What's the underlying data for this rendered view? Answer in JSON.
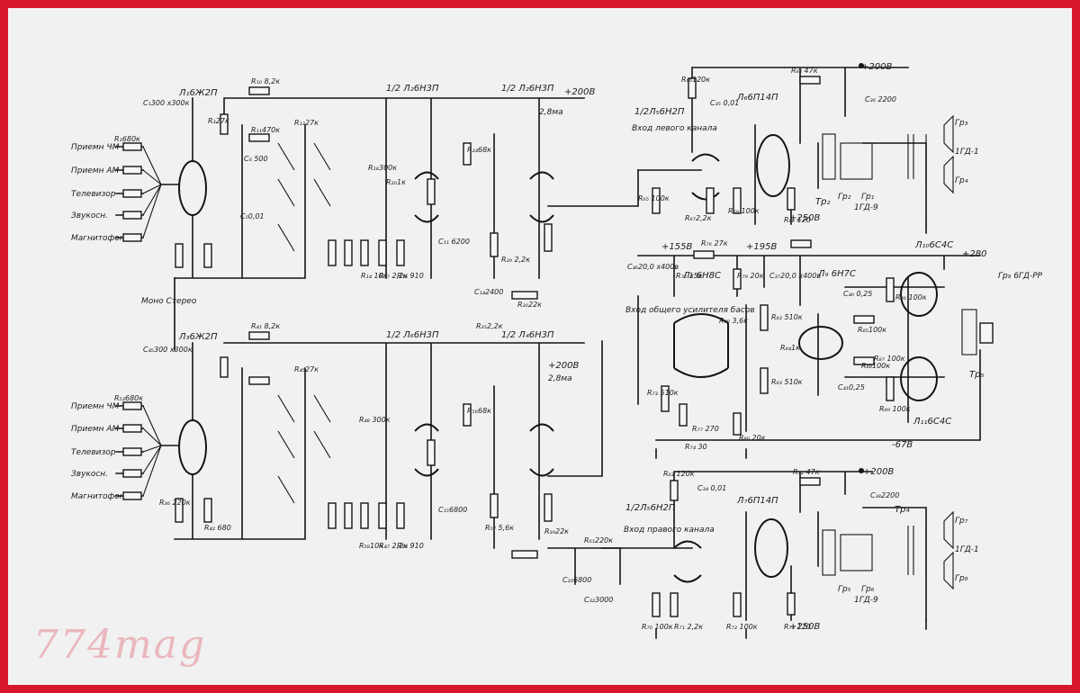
{
  "watermark": "774mag",
  "colors": {
    "border": "#d7182a",
    "paper": "#f1f1f2",
    "ink": "#141414",
    "watermark": "#e7a3ab"
  },
  "top_channel": {
    "inputs": [
      "Приемн ЧМ",
      "Приемн АМ",
      "Телевизор",
      "Звукосн.",
      "Магнитофон"
    ],
    "tube1": "Л₁6Ж2П",
    "tube2": "1/2 Л₂6Н3П",
    "tube3": "1/2 Л₂6Н3П",
    "supply": "+200В",
    "current": "2,8ма",
    "labels": [
      "С₁300 х300к",
      "R₁680к",
      "R₃27к",
      "R₁₀ 8,2к",
      "R₁₁470к",
      "R₁₃27к",
      "R₁₈300к",
      "R₂₀1к",
      "С₆ 500",
      "С₅0,01",
      "R₁₄ 10к",
      "R₁₇ 2,2к",
      "R₁₆ 910",
      "R₂₄68к",
      "R₂₉ 2,2к",
      "R₃₀22к",
      "С₁₁ 6200",
      "С₁₄2400",
      "R₃₅2,2к"
    ]
  },
  "mono_stereo": "Моно Стерео",
  "bottom_channel": {
    "inputs": [
      "Приемн ЧМ",
      "Приемн АМ",
      "Телевизор",
      "Звукосн.",
      "Магнитофон"
    ],
    "tube1": "Л₃6Ж2П",
    "tube2": "1/2 Л₆6Н3П",
    "tube3": "1/2 Л₄6Н3П",
    "supply": "+200В",
    "current": "2,8ма",
    "labels": [
      "С₄₅300 х300к",
      "R₅₃680к",
      "R₃₆ 220к",
      "R₄₂ 680",
      "R₄₁ 8,2к",
      "R₄₅27к",
      "R₄₈ 300к",
      "R₅₆68к",
      "R₅₇ 5,6к",
      "R₅₈10к",
      "R₄₇ 2,2к",
      "R₅₀ 910",
      "С₁₅6800",
      "R₆₁220к",
      "С₃₁6800",
      "С₃₂3000",
      "R₃₉22к"
    ]
  },
  "left_out": {
    "tube": "1/2Л₅6Н2П",
    "input": "Вход левого канала",
    "tube_pwr": "Л₆6П14П",
    "supply": "+200В",
    "plus250": "+250В",
    "transformer": "Тр₂",
    "speakers": [
      "Гр₂",
      "Гр₁",
      "1ГД-9",
      "Гр₃",
      "1ГД-1",
      "Гр₄"
    ],
    "labels": [
      "R₆₆120к",
      "С₃₅ 0,01",
      "R₆₂ 47к",
      "С₃₆ 2200",
      "R₆₅ 100к",
      "R₆₇2,2к",
      "R₆₉ 100к",
      "R₆₈ 120"
    ]
  },
  "bass": {
    "input": "Вход общего усилителя басов",
    "tube_a": "Л₈ 6Н8С",
    "tube_b": "Л₉ 6Н7С",
    "tube_out": "Л₁₀6С4С",
    "tube_out2": "Л₁₁6С4С",
    "supplies": [
      "+155В",
      "+195В",
      "+280",
      "-67В"
    ],
    "output": "Гр₉ 6ГД-РР",
    "transformer": "Тр₅",
    "labels": [
      "С₄₆20,0 х400в",
      "R₇₆ 27к",
      "R₇₅ 15к",
      "R₇₉ 20к",
      "С₃₇20,0 х400в",
      "R₈₂ 510к",
      "R₈₃ 510к",
      "R₈₀ 20к",
      "R₇₈ 3,6к",
      "R₈₄1к",
      "С₄₀ 0,25",
      "С₄₁0,25",
      "R₈₅100к",
      "R₈₇ 100к",
      "R₈₈100к",
      "R₈₉ 100к",
      "R₈₆ 100к",
      "R₇₃ 510к",
      "R₇₇ 270",
      "R₇₄ 30"
    ]
  },
  "right_out": {
    "tube": "1/2Л₅6Н2П",
    "input": "Вход правого канала",
    "tube_pwr": "Л₇6П14П",
    "supply": "+200В",
    "plus250": "+250В",
    "transformer": "Тр₄",
    "speakers": [
      "Гр₅",
      "Гр₆",
      "1ГД-9",
      "Гр₇",
      "1ГД-1",
      "Гр₈"
    ],
    "labels": [
      "R₆₃ 120к",
      "С₃₄ 0,01",
      "R₇₂ 47к",
      "С₃₈2200",
      "R₇₀ 100к",
      "R₇₁ 2,2к",
      "R₇₂ 100к",
      "R₇₃ 120"
    ]
  }
}
